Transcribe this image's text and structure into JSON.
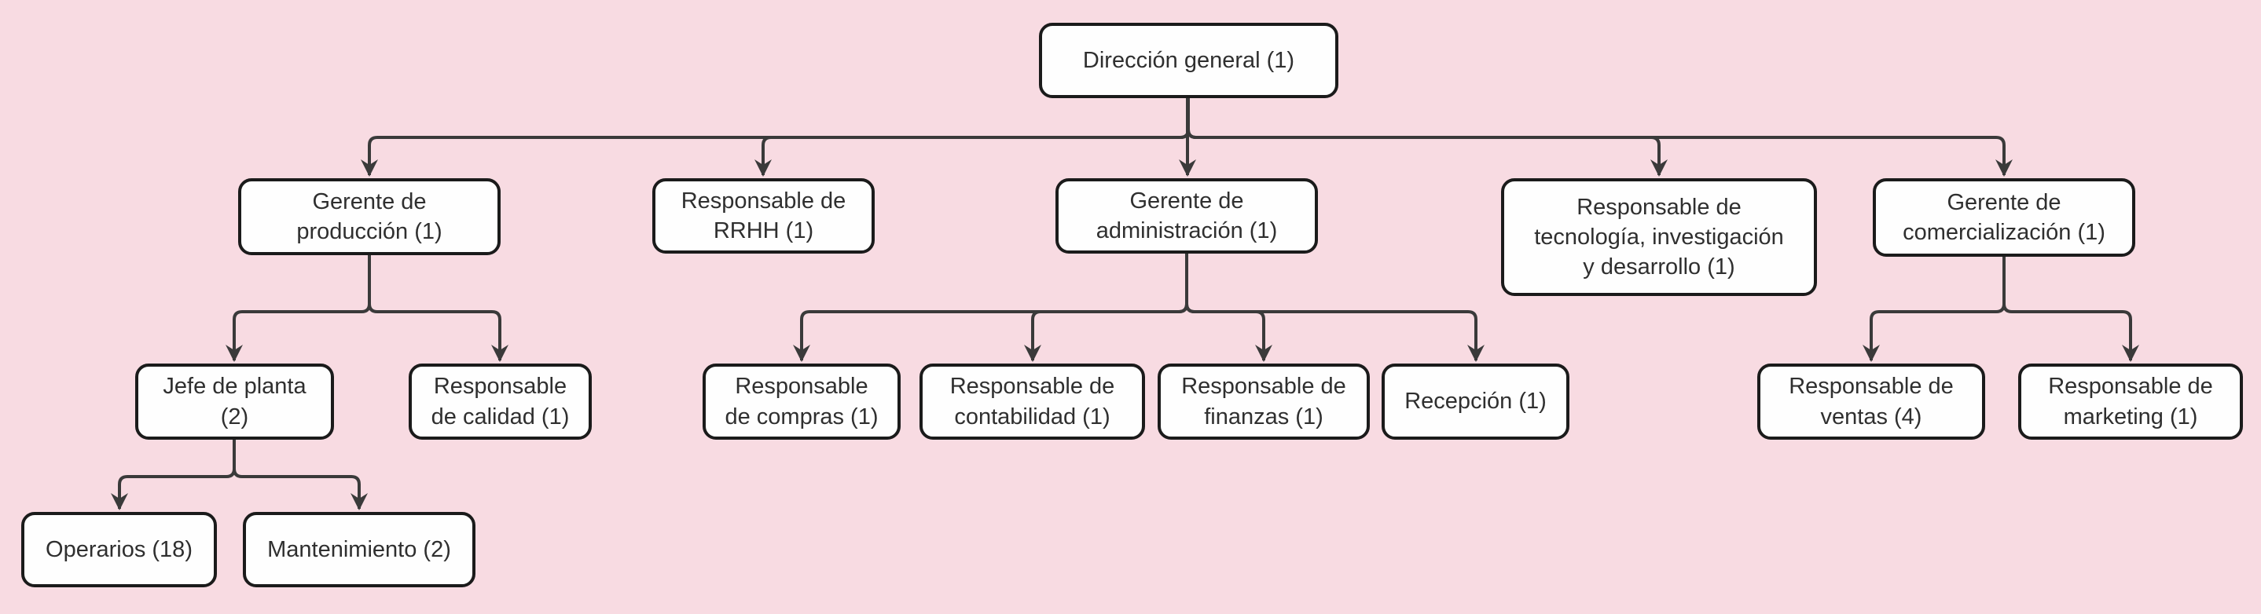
{
  "diagram": {
    "type": "org-chart",
    "language": "es",
    "colors": {
      "background": "#f8dbe2",
      "node_fill": "#fefefe",
      "node_border": "#1b1b1b",
      "connector": "#3a3a3a",
      "text": "#2f2f2f"
    },
    "nodes": [
      {
        "id": "direccion-general",
        "label": "Dirección general (1)",
        "headcount": 1,
        "parent": null
      },
      {
        "id": "gerente-produccion",
        "label": "Gerente de\nproducción (1)",
        "headcount": 1,
        "parent": "direccion-general"
      },
      {
        "id": "responsable-rrhh",
        "label": "Responsable de\nRRHH (1)",
        "headcount": 1,
        "parent": "direccion-general"
      },
      {
        "id": "gerente-administracion",
        "label": "Gerente de\nadministración (1)",
        "headcount": 1,
        "parent": "direccion-general"
      },
      {
        "id": "responsable-tecnologia",
        "label": "Responsable de\ntecnología, investigación\ny desarrollo (1)",
        "headcount": 1,
        "parent": "direccion-general"
      },
      {
        "id": "gerente-comercializacion",
        "label": "Gerente de\ncomercialización (1)",
        "headcount": 1,
        "parent": "direccion-general"
      },
      {
        "id": "jefe-planta",
        "label": "Jefe de planta\n(2)",
        "headcount": 2,
        "parent": "gerente-produccion"
      },
      {
        "id": "responsable-calidad",
        "label": "Responsable\nde calidad (1)",
        "headcount": 1,
        "parent": "gerente-produccion"
      },
      {
        "id": "responsable-compras",
        "label": "Responsable\nde compras (1)",
        "headcount": 1,
        "parent": "gerente-administracion"
      },
      {
        "id": "responsable-contabilidad",
        "label": "Responsable de\ncontabilidad (1)",
        "headcount": 1,
        "parent": "gerente-administracion"
      },
      {
        "id": "responsable-finanzas",
        "label": "Responsable de\nfinanzas (1)",
        "headcount": 1,
        "parent": "gerente-administracion"
      },
      {
        "id": "recepcion",
        "label": "Recepción (1)",
        "headcount": 1,
        "parent": "gerente-administracion"
      },
      {
        "id": "responsable-ventas",
        "label": "Responsable de\nventas (4)",
        "headcount": 4,
        "parent": "gerente-comercializacion"
      },
      {
        "id": "responsable-marketing",
        "label": "Responsable de\nmarketing (1)",
        "headcount": 1,
        "parent": "gerente-comercializacion"
      },
      {
        "id": "operarios",
        "label": "Operarios (18)",
        "headcount": 18,
        "parent": "jefe-planta"
      },
      {
        "id": "mantenimiento",
        "label": "Mantenimiento (2)",
        "headcount": 2,
        "parent": "jefe-planta"
      }
    ],
    "edges": [
      [
        "direccion-general",
        "gerente-produccion"
      ],
      [
        "direccion-general",
        "responsable-rrhh"
      ],
      [
        "direccion-general",
        "gerente-administracion"
      ],
      [
        "direccion-general",
        "responsable-tecnologia"
      ],
      [
        "direccion-general",
        "gerente-comercializacion"
      ],
      [
        "gerente-produccion",
        "jefe-planta"
      ],
      [
        "gerente-produccion",
        "responsable-calidad"
      ],
      [
        "gerente-administracion",
        "responsable-compras"
      ],
      [
        "gerente-administracion",
        "responsable-contabilidad"
      ],
      [
        "gerente-administracion",
        "responsable-finanzas"
      ],
      [
        "gerente-administracion",
        "recepcion"
      ],
      [
        "gerente-comercializacion",
        "responsable-ventas"
      ],
      [
        "gerente-comercializacion",
        "responsable-marketing"
      ],
      [
        "jefe-planta",
        "operarios"
      ],
      [
        "jefe-planta",
        "mantenimiento"
      ]
    ]
  }
}
